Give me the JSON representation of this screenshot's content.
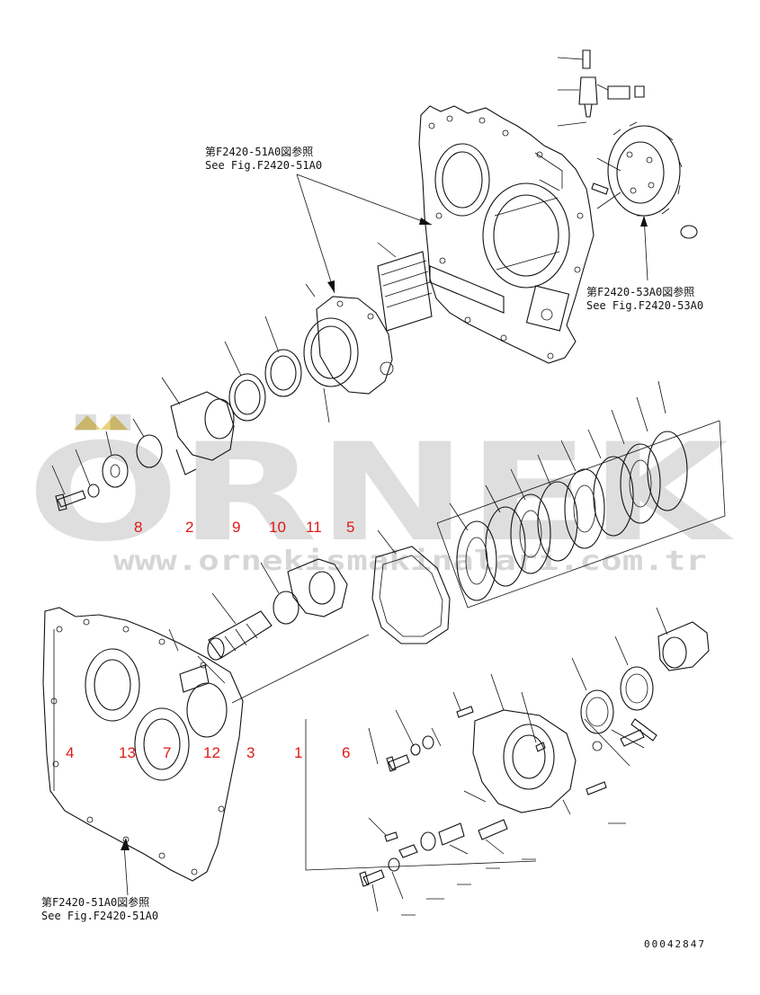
{
  "watermark": {
    "brand": "ÖRNEK",
    "url": "www.ornekismakinalari.com.tr",
    "accent_color": "#e8d27a"
  },
  "references": [
    {
      "jp": "第F2420-51A0図参照",
      "en": "See Fig.F2420-51A0"
    },
    {
      "jp": "第F2420-53A0図参照",
      "en": "See Fig.F2420-53A0"
    },
    {
      "jp": "第F2420-51A0図参照",
      "en": "See Fig.F2420-51A0"
    }
  ],
  "callouts": [
    "8",
    "2",
    "9",
    "10",
    "11",
    "5",
    "4",
    "13",
    "7",
    "12",
    "3",
    "1",
    "6"
  ],
  "callout_color": "#e01818",
  "document_number": "00042847"
}
